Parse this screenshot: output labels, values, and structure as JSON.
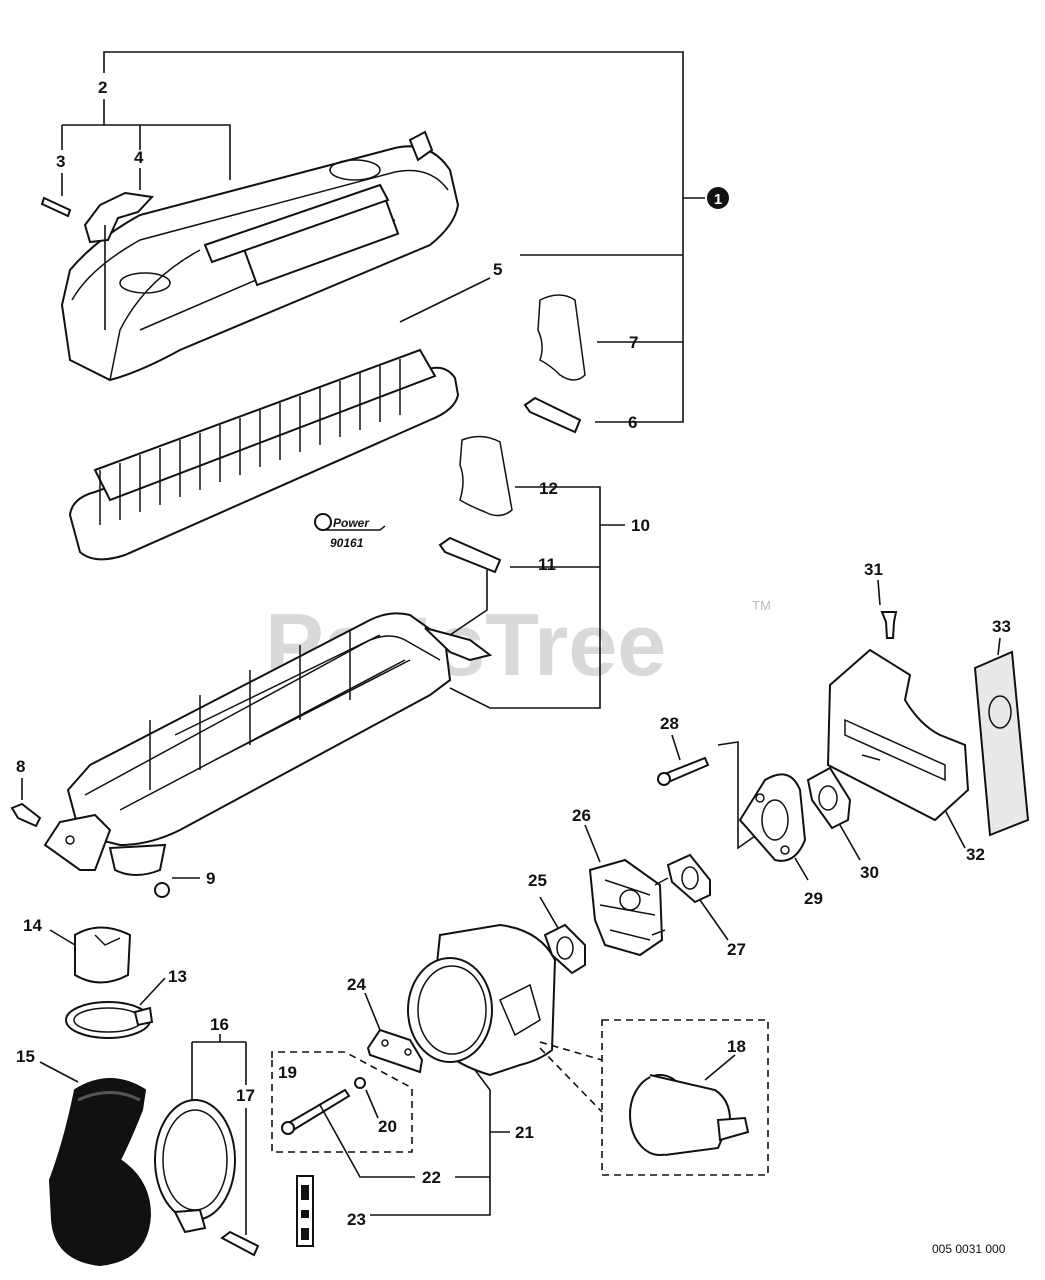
{
  "watermark": {
    "text": "PartsTree",
    "tm": "TM"
  },
  "logo": {
    "text": "Power",
    "number": "90161"
  },
  "drawing_code": "005 0031 000",
  "assembly_marker": "1",
  "callouts": {
    "c2": "2",
    "c3": "3",
    "c4": "4",
    "c5": "5",
    "c6": "6",
    "c7": "7",
    "c8": "8",
    "c9": "9",
    "c10": "10",
    "c11": "11",
    "c12": "12",
    "c13": "13",
    "c14": "14",
    "c15": "15",
    "c16": "16",
    "c17": "17",
    "c18": "18",
    "c19": "19",
    "c20": "20",
    "c21": "21",
    "c22": "22",
    "c23": "23",
    "c24": "24",
    "c25": "25",
    "c26": "26",
    "c27": "27",
    "c28": "28",
    "c29": "29",
    "c30": "30",
    "c31": "31",
    "c32": "32",
    "c33": "33"
  }
}
